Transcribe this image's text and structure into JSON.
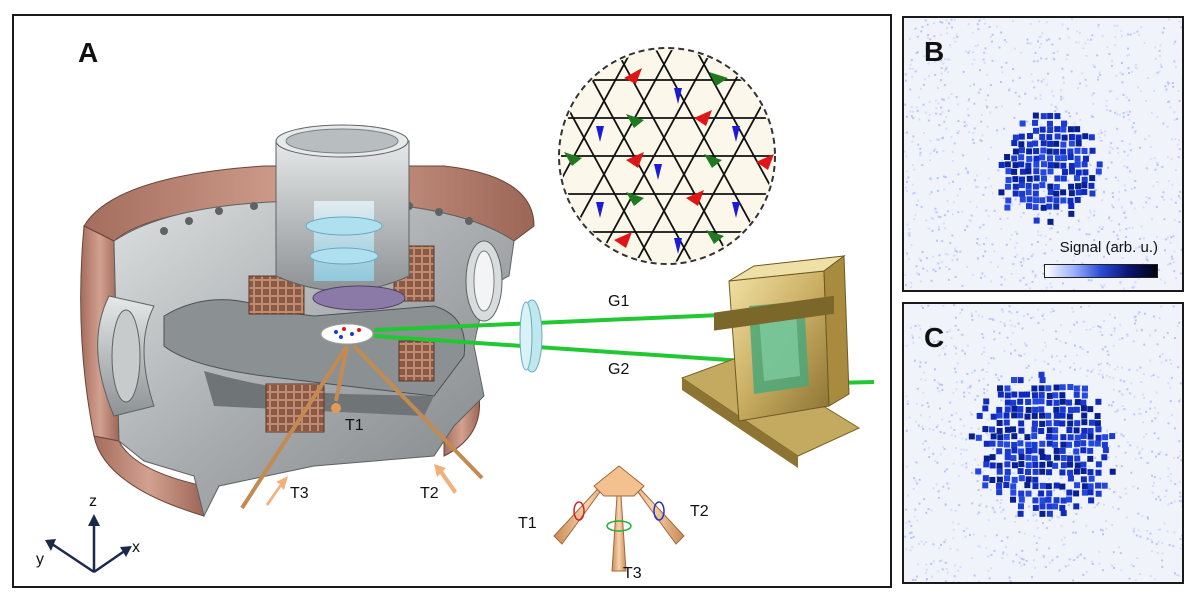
{
  "panels": {
    "a": "A",
    "b": "B",
    "c": "C"
  },
  "beams": {
    "g1": "G1",
    "g2": "G2",
    "t1": "T1",
    "t2": "T2",
    "t3": "T3"
  },
  "axes": {
    "x": "x",
    "y": "y",
    "z": "z"
  },
  "inset": {
    "t1": "T1",
    "t2": "T2",
    "t3": "T3"
  },
  "colorbar": {
    "label": "Signal (arb. u.)"
  },
  "colors": {
    "copper": "#b97f6e",
    "steel": "#b9bcbe",
    "beam_green": "#21c832",
    "arrow_red": "#e01515",
    "arrow_green": "#1f7a1f",
    "arrow_blue": "#1a1ad8",
    "atoms": "#1a3ad0"
  }
}
